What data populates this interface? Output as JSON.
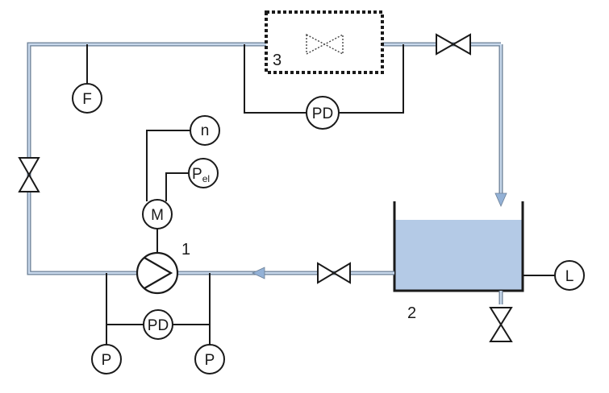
{
  "colors": {
    "pipe_outline": "#6b7f96",
    "pipe_fill": "#c9d9ec",
    "tank_fluid": "#b4cae6",
    "flow_arrow": "#93b1d6",
    "line": "#1a1a1a"
  },
  "labels": {
    "pump_number": "1",
    "tank_number": "2",
    "test_section_number": "3"
  },
  "instruments": {
    "flow": "F",
    "pressure_diff_test": "PD",
    "speed": "n",
    "power_main": "P",
    "power_sub": "el",
    "motor": "M",
    "pressure_diff_pump": "PD",
    "pressure_left": "P",
    "pressure_right": "P",
    "level": "L"
  }
}
